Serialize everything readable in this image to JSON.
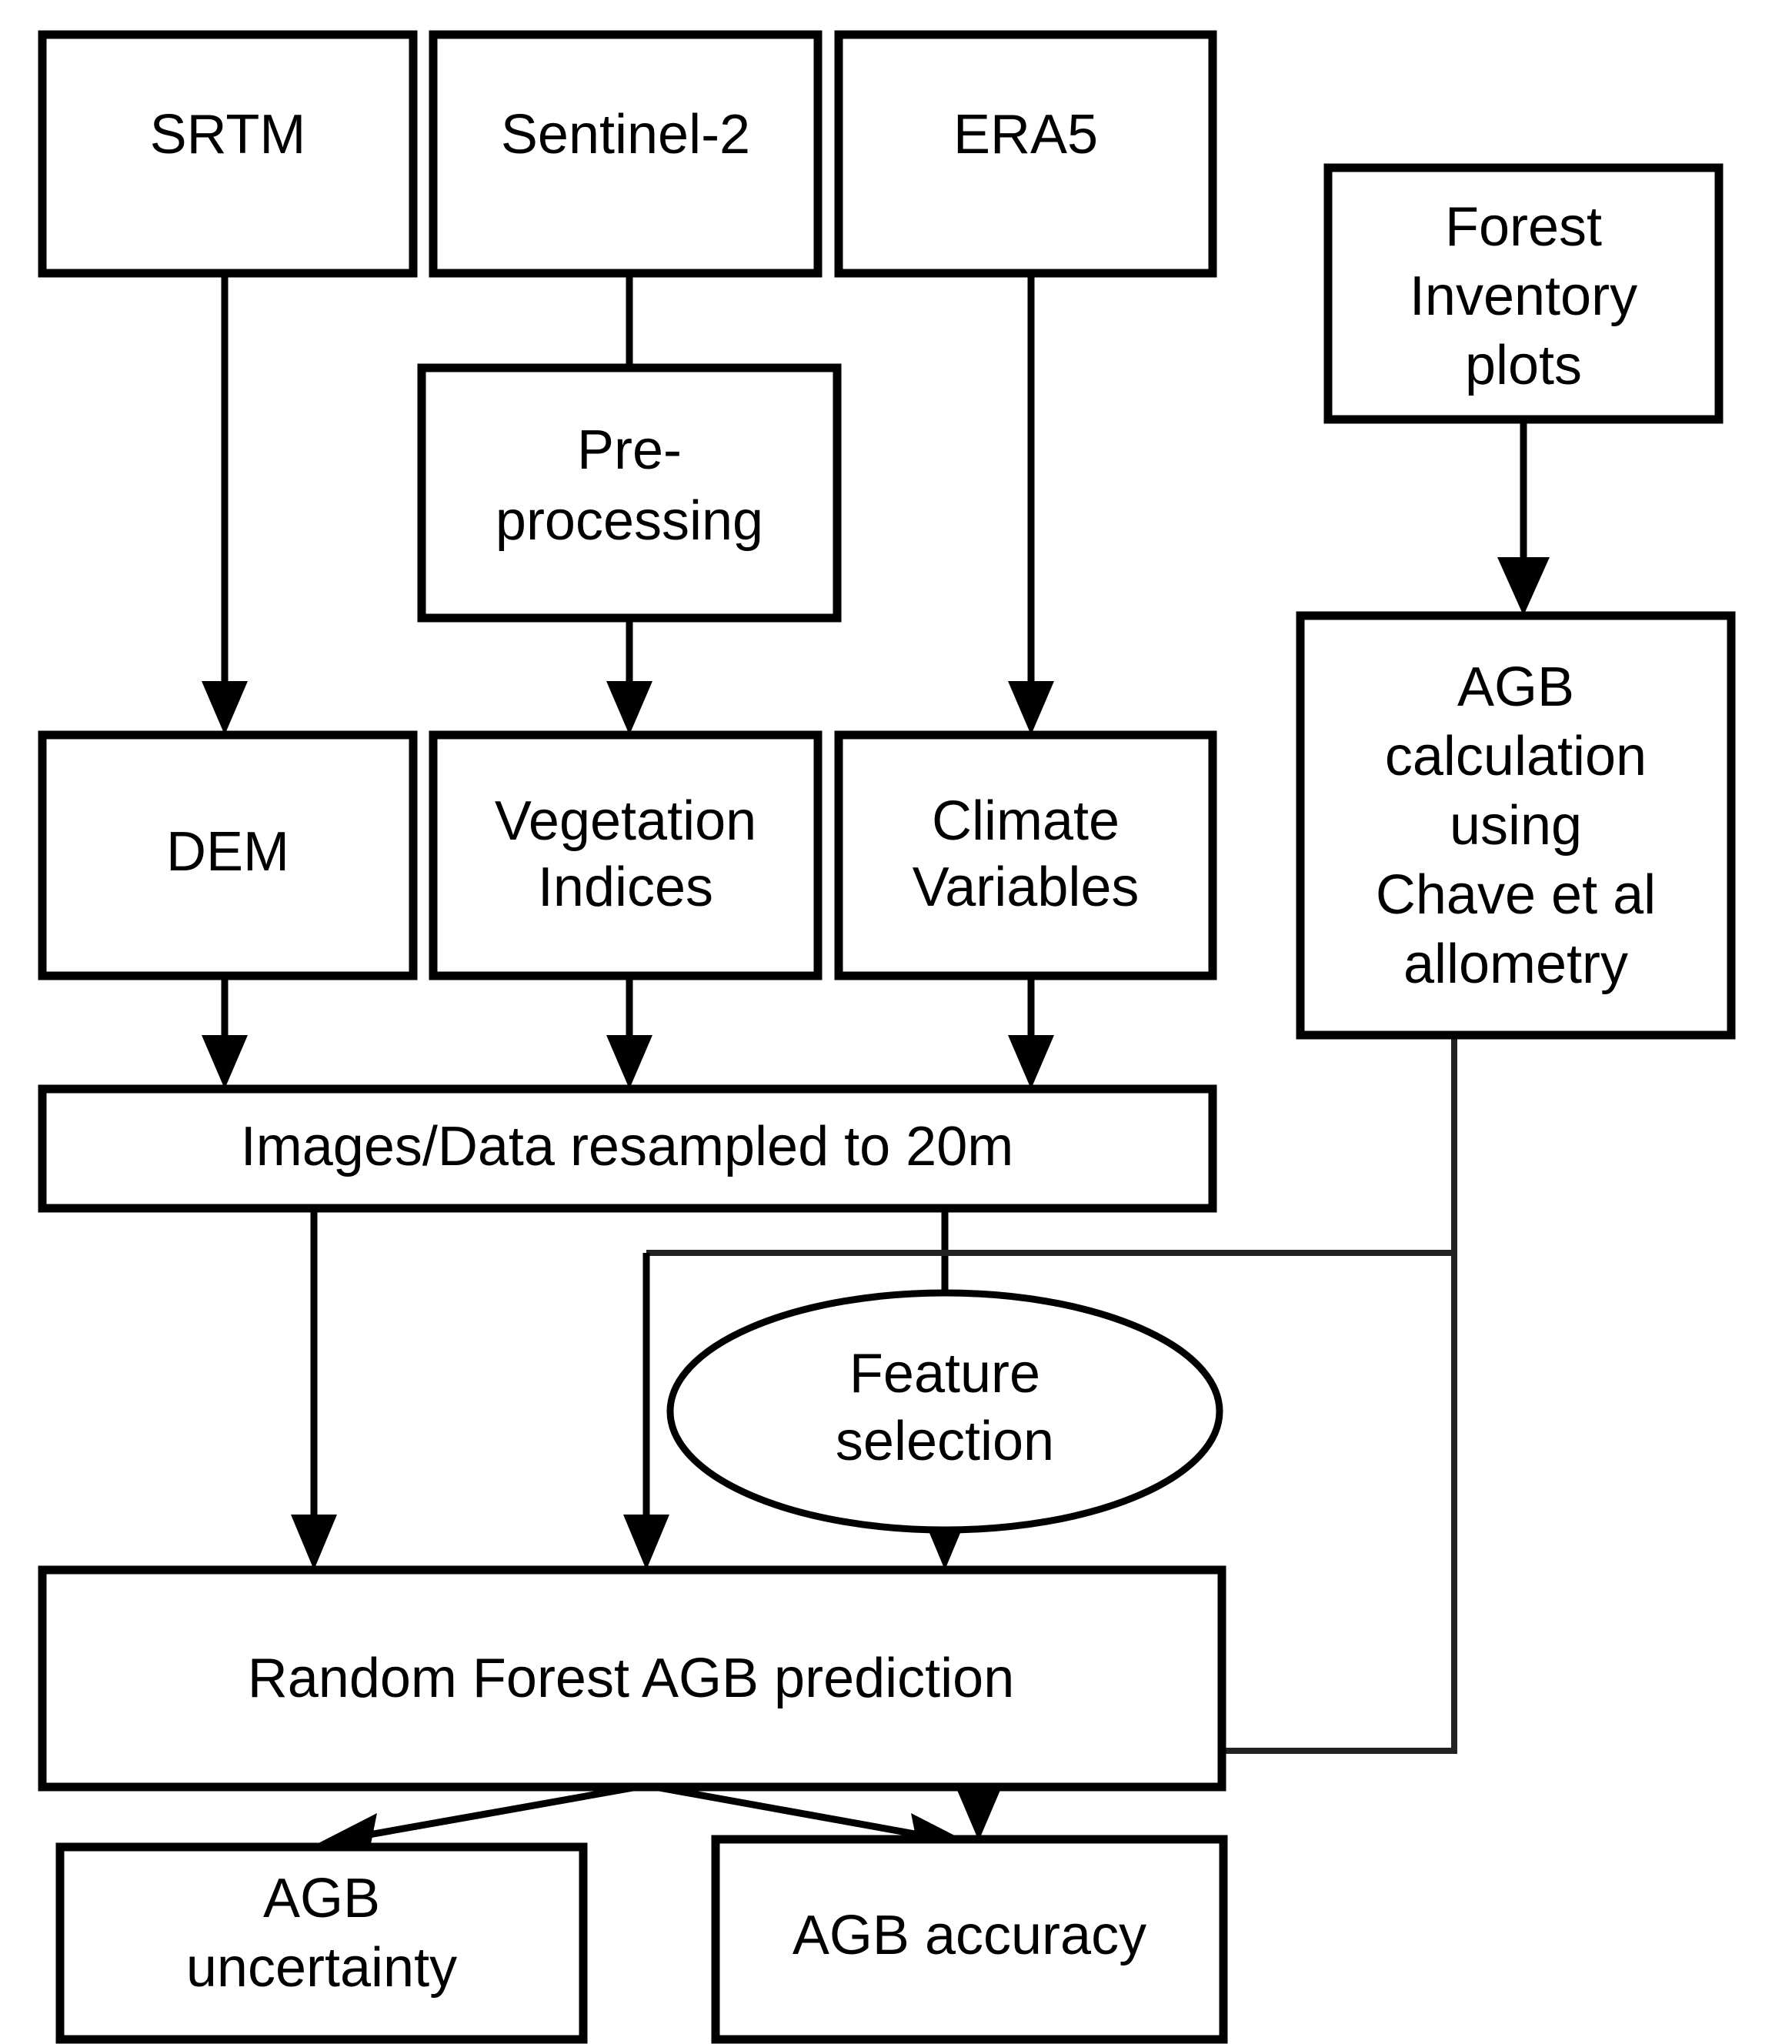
{
  "diagram": {
    "title": "AGB mapping workflow flowchart",
    "colors": {
      "stroke": "#000000",
      "fill": "#ffffff",
      "text": "#000000"
    },
    "nodes": {
      "srtm": {
        "label": "SRTM",
        "shape": "rect"
      },
      "sentinel2": {
        "label": "Sentinel-2",
        "shape": "rect"
      },
      "era5": {
        "label": "ERA5",
        "shape": "rect"
      },
      "forest_inventory": {
        "shape": "rect",
        "line1": "Forest",
        "line2": "Inventory",
        "line3": "plots"
      },
      "preprocessing": {
        "shape": "rect",
        "line1": "Pre-",
        "line2": "processing"
      },
      "dem": {
        "label": "DEM",
        "shape": "rect"
      },
      "vegetation_indices": {
        "shape": "rect",
        "line1": "Vegetation",
        "line2": "Indices"
      },
      "climate_variables": {
        "shape": "rect",
        "line1": "Climate",
        "line2": "Variables"
      },
      "agb_calculation": {
        "shape": "rect",
        "line1": "AGB",
        "line2": "calculation",
        "line3": "using",
        "line4": "Chave et al",
        "line5": "allometry"
      },
      "resample": {
        "label": "Images/Data resampled to 20m",
        "shape": "rect"
      },
      "feature_selection": {
        "shape": "ellipse",
        "line1": "Feature",
        "line2": "selection"
      },
      "random_forest": {
        "label": "Random Forest AGB prediction",
        "shape": "rect"
      },
      "agb_uncertainty": {
        "shape": "rect",
        "line1": "AGB",
        "line2": "uncertainty"
      },
      "agb_accuracy": {
        "label": "AGB accuracy",
        "shape": "rect"
      }
    },
    "edges": [
      {
        "from": "srtm",
        "to": "dem",
        "style": "arrow"
      },
      {
        "from": "sentinel2",
        "to": "preprocessing",
        "style": "plain"
      },
      {
        "from": "preprocessing",
        "to": "vegetation_indices",
        "style": "arrow"
      },
      {
        "from": "era5",
        "to": "climate_variables",
        "style": "arrow"
      },
      {
        "from": "forest_inventory",
        "to": "agb_calculation",
        "style": "arrow"
      },
      {
        "from": "dem",
        "to": "resample",
        "style": "arrow"
      },
      {
        "from": "vegetation_indices",
        "to": "resample",
        "style": "arrow"
      },
      {
        "from": "climate_variables",
        "to": "resample",
        "style": "arrow"
      },
      {
        "from": "resample",
        "to": "feature_selection",
        "style": "plain"
      },
      {
        "from": "resample",
        "to": "random_forest",
        "style": "arrow"
      },
      {
        "from": "feature_selection",
        "to": "random_forest",
        "style": "arrow"
      },
      {
        "from": "agb_calculation",
        "to": "feature_selection",
        "style": "plain"
      },
      {
        "from": "agb_calculation",
        "to": "agb_accuracy",
        "style": "arrow"
      },
      {
        "from": "random_forest",
        "to": "agb_uncertainty",
        "style": "arrow"
      },
      {
        "from": "random_forest",
        "to": "agb_accuracy",
        "style": "arrow"
      }
    ]
  }
}
